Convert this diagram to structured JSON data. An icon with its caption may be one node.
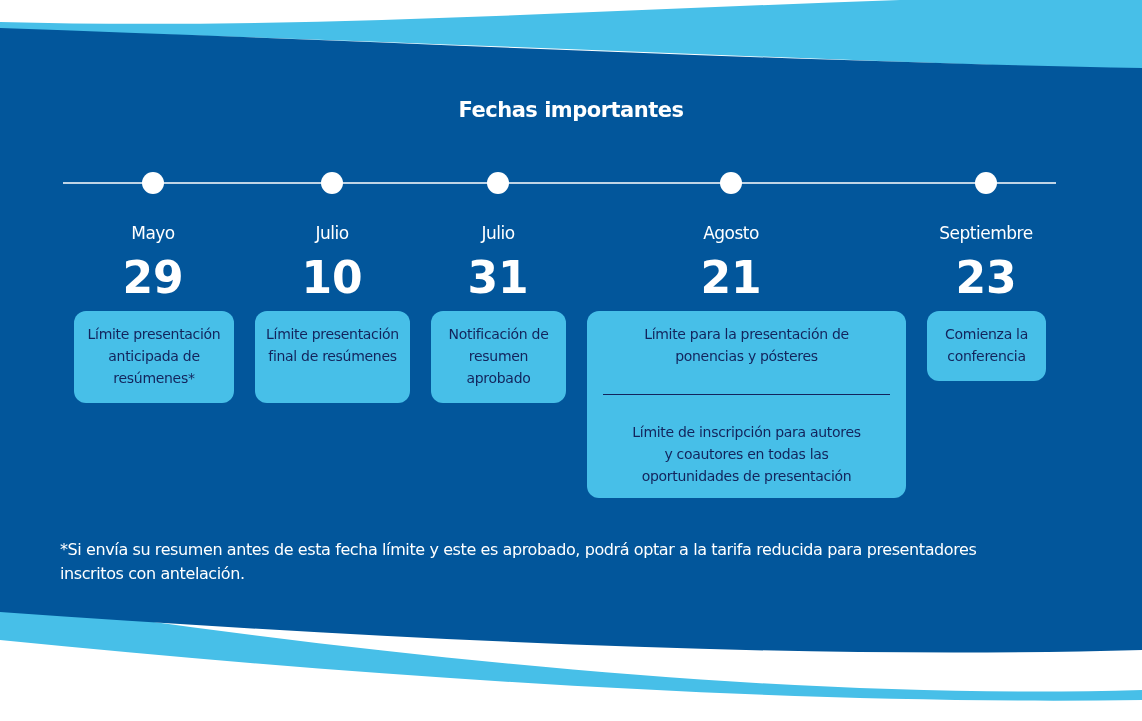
{
  "diagram": {
    "title": "Fechas importantes",
    "nodes": [
      {
        "text": [
          "Mayo",
          "29",
          "Límite presentación anticipada de resúmenes*"
        ]
      },
      {
        "text": [
          "Julio",
          "10",
          "Límite presentación final de resúmenes"
        ]
      },
      {
        "text": [
          "Julio",
          "31",
          "Notificación de resumen aprobado"
        ]
      },
      {
        "text": [
          "Agosto",
          "21",
          "Límite para la presentación de ponencias y pósteres",
          "Límite de inscripción para autores y coautores en todas las oportunidades de presentación"
        ]
      },
      {
        "text": [
          "Septiembre",
          "23",
          "Comienza la conferencia"
        ]
      }
    ],
    "labels": [
      "*Si envía su resumen antes de esta fecha límite y este es aprobado, podrá optar a la tarifa reducida para presentadores inscritos con antelación."
    ]
  }
}
